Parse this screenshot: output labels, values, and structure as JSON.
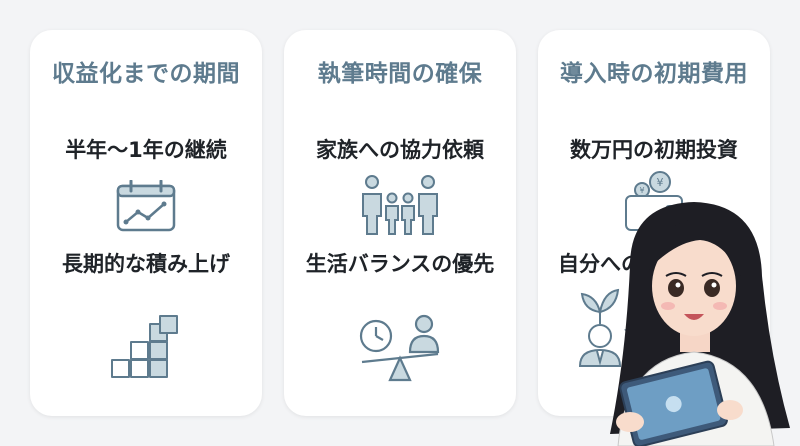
{
  "cards": [
    {
      "heading": "収益化までの期間",
      "line1": "半年〜1年の継続",
      "line2": "長期的な積み上げ",
      "icons": [
        "calendar-chart-icon",
        "stacked-blocks-icon"
      ]
    },
    {
      "heading": "執筆時間の確保",
      "line1": "家族への協力依頼",
      "line2": "生活バランスの優先",
      "icons": [
        "family-icon",
        "time-balance-scale-icon"
      ]
    },
    {
      "heading": "導入時の初期費用",
      "line1": "数万円の初期投資",
      "line2": "自分への",
      "icons": [
        "wallet-yen-icon",
        "growth-graduate-icon"
      ]
    }
  ],
  "colors": {
    "heading": "#5e7b8e",
    "icon_stroke": "#5e7b8e",
    "icon_fill": "#c9d9e0",
    "card_bg": "#ffffff",
    "page_bg": "#f3f4f6"
  }
}
